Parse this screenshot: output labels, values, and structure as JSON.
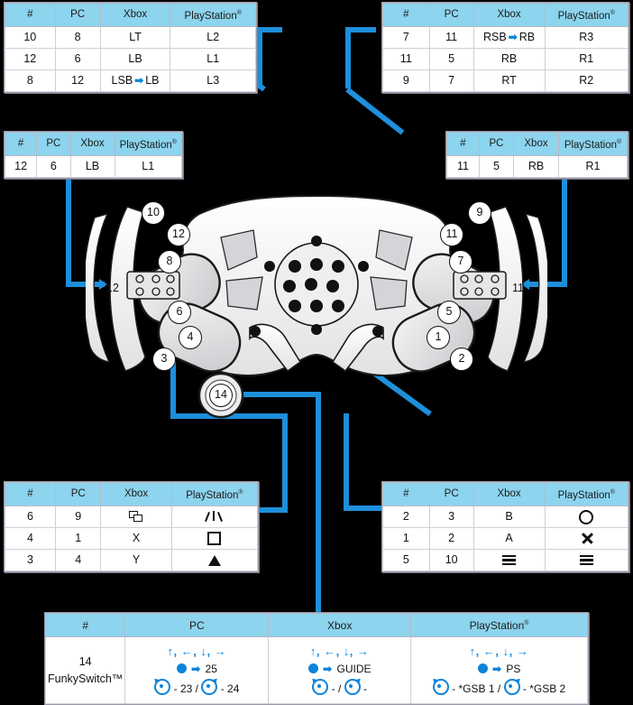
{
  "accent": {
    "header_blue": "#8dd4ee",
    "line_blue": "#1e8fdb",
    "glyph_blue": "#0c84d8"
  },
  "columns": {
    "num": "#",
    "pc": "PC",
    "xbox": "Xbox",
    "ps": "PlayStation",
    "ps_sup": "®"
  },
  "tables": {
    "top_left": {
      "rows": [
        [
          "10",
          "8",
          "LT",
          "L2"
        ],
        [
          "12",
          "6",
          "LB",
          "L1"
        ],
        [
          "8",
          "12",
          "LSB|LB",
          "L3"
        ]
      ]
    },
    "top_right": {
      "rows": [
        [
          "7",
          "11",
          "RSB|RB",
          "R3"
        ],
        [
          "11",
          "5",
          "RB",
          "R1"
        ],
        [
          "9",
          "7",
          "RT",
          "R2"
        ]
      ]
    },
    "mid_left": {
      "rows": [
        [
          "12",
          "6",
          "LB",
          "L1"
        ]
      ]
    },
    "mid_right": {
      "rows": [
        [
          "11",
          "5",
          "RB",
          "R1"
        ]
      ]
    },
    "bot_left": {
      "rows": [
        [
          "6",
          "9",
          "view-icon",
          "touchpad-icon"
        ],
        [
          "4",
          "1",
          "X",
          "square-icon"
        ],
        [
          "3",
          "4",
          "Y",
          "triangle-icon"
        ]
      ]
    },
    "bot_right": {
      "rows": [
        [
          "2",
          "3",
          "B",
          "circle-icon"
        ],
        [
          "1",
          "2",
          "A",
          "cross-icon"
        ],
        [
          "5",
          "10",
          "menu-icon",
          "menu-icon"
        ]
      ]
    }
  },
  "funky": {
    "headers": [
      "#",
      "PC",
      "Xbox",
      "PlayStation"
    ],
    "label_num": "14",
    "label_name": "FunkySwitch™",
    "directions": "↑, ←, ↓, →",
    "press": {
      "pc": "25",
      "xbox": "GUIDE",
      "ps": "PS"
    },
    "rotate": {
      "pc": {
        "ccw": "- 23",
        "sep": "/",
        "cw": "- 24"
      },
      "xbox": {
        "ccw": "-",
        "sep": "/",
        "cw": "-"
      },
      "ps": {
        "ccw": "- *GSB 1",
        "sep": "/",
        "cw": "- *GSB 2"
      }
    }
  },
  "wheel": {
    "badges_left_upper": [
      "10",
      "12",
      "8"
    ],
    "badges_left_lower": [
      "6",
      "4",
      "3"
    ],
    "badges_right_upper": [
      "9",
      "11",
      "7"
    ],
    "badges_right_lower": [
      "5",
      "1",
      "2"
    ],
    "badge_funky": "14",
    "paddle_left": "12",
    "paddle_right": "11"
  }
}
